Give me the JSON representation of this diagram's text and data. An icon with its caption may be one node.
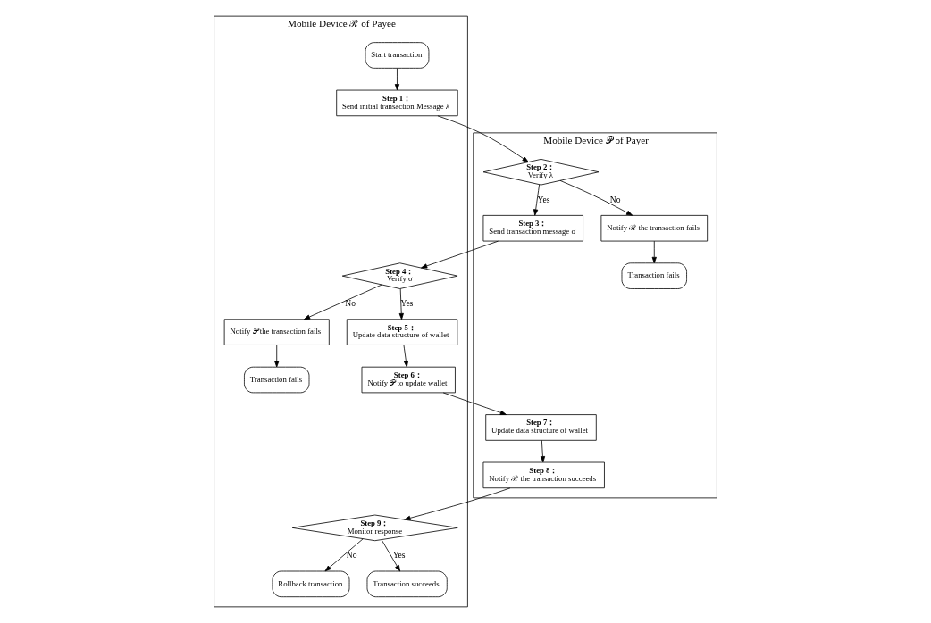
{
  "diagram": {
    "nodes": [
      {
        "text": [
          "Mobile Device ℛ of Payee"
        ]
      },
      {
        "text": [
          "Mobile Device 𝒫 of Payer"
        ]
      },
      {
        "text": [
          "Start transaction"
        ],
        "in": 0
      },
      {
        "text": [
          "Step 1：",
          "Send initial transaction Message λ"
        ],
        "in": 0
      },
      {
        "text": [
          "Step 2：",
          "Verify λ"
        ],
        "in": 1
      },
      {
        "text": [
          "Step 3：",
          "Send transaction message σ"
        ],
        "in": 1
      },
      {
        "text": [
          "Notify ℛ the transaction fails"
        ],
        "in": 1
      },
      {
        "text": [
          "Transaction fails"
        ],
        "in": 1
      },
      {
        "text": [
          "Step 4：",
          "Verify σ"
        ],
        "in": 0
      },
      {
        "text": [
          "Notify 𝒫 the transaction fails"
        ],
        "in": 0
      },
      {
        "text": [
          "Transaction fails"
        ],
        "in": 0
      },
      {
        "text": [
          "Step 5：",
          "Update data structure of wallet"
        ],
        "in": 0
      },
      {
        "text": [
          "Step 6：",
          "Notify 𝒫 to update wallet"
        ],
        "in": 0
      },
      {
        "text": [
          "Step 7：",
          "Update data structure of wallet"
        ],
        "in": 1
      },
      {
        "text": [
          "Step 8：",
          "Notify ℛ the transaction succeeds"
        ],
        "in": 1
      },
      {
        "text": [
          "Step 9：",
          "Monitor response"
        ],
        "in": 0
      },
      {
        "text": [
          "Rollback transaction"
        ],
        "in": 0
      },
      {
        "text": [
          "Transaction succeeds"
        ],
        "in": 0
      }
    ],
    "edges": [
      {
        "from": 2,
        "to": 3,
        "arrow": "to"
      },
      {
        "from": 3,
        "to": 4,
        "arrow": "to"
      },
      {
        "from": 4,
        "to": 5,
        "arrow": "to",
        "label": "Yes"
      },
      {
        "from": 4,
        "to": 6,
        "arrow": "to",
        "label": "No"
      },
      {
        "from": 6,
        "to": 7,
        "arrow": "to"
      },
      {
        "from": 5,
        "to": 8,
        "arrow": "to"
      },
      {
        "from": 8,
        "to": 9,
        "arrow": "to",
        "label": "No"
      },
      {
        "from": 9,
        "to": 10,
        "arrow": "to"
      },
      {
        "from": 8,
        "to": 11,
        "arrow": "to",
        "label": "Yes"
      },
      {
        "from": 11,
        "to": 12,
        "arrow": "to"
      },
      {
        "from": 12,
        "to": 13,
        "arrow": "to"
      },
      {
        "from": 13,
        "to": 14,
        "arrow": "to"
      },
      {
        "from": 14,
        "to": 15,
        "arrow": "to"
      },
      {
        "from": 15,
        "to": 16,
        "arrow": "to",
        "label": "No"
      },
      {
        "from": 15,
        "to": 17,
        "arrow": "to",
        "label": "Yes"
      }
    ]
  }
}
